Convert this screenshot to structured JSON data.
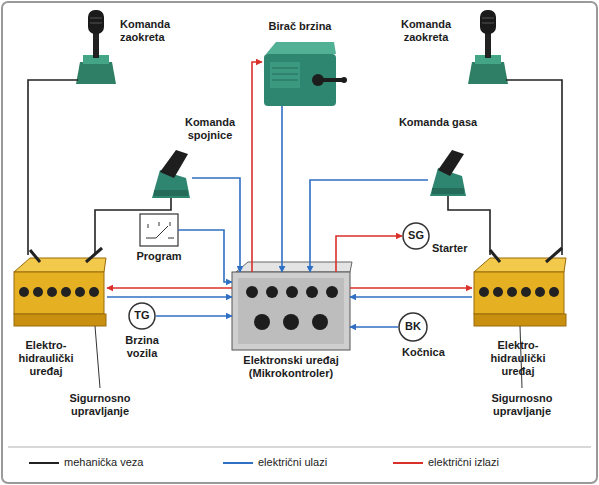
{
  "diagram": {
    "nodes": [
      {
        "text": [
          "Komanda zaokreta"
        ]
      },
      {
        "text": [
          "Birač brzina"
        ]
      },
      {
        "text": [
          "Komanda zaokreta"
        ]
      },
      {
        "text": [
          "Komanda spojnice"
        ]
      },
      {
        "text": [
          "Komanda gasa"
        ]
      },
      {
        "text": [
          "Program"
        ]
      },
      {
        "text": [
          "SG",
          "Starter"
        ]
      },
      {
        "text": [
          "Elektro- hidraulički uređaj"
        ]
      },
      {
        "text": [
          "TG",
          "Brzina vozila"
        ]
      },
      {
        "text": [
          "Elektronski uređaj (Mikrokontroler)"
        ]
      },
      {
        "text": [
          "BK",
          "Kočnica"
        ]
      },
      {
        "text": [
          "Elektro- hidraulički uređaj"
        ]
      }
    ],
    "edges": [
      {
        "from": 0,
        "to": 7,
        "arrow": "none"
      },
      {
        "from": 2,
        "to": 11,
        "arrow": "none"
      },
      {
        "from": 3,
        "to": 7,
        "arrow": "none"
      },
      {
        "from": 4,
        "to": 11,
        "arrow": "none"
      },
      {
        "from": 3,
        "to": 9,
        "arrow": "to"
      },
      {
        "from": 4,
        "to": 9,
        "arrow": "to"
      },
      {
        "from": 9,
        "to": 1,
        "arrow": "to"
      },
      {
        "from": 1,
        "to": 9,
        "arrow": "to"
      },
      {
        "from": 5,
        "to": 9,
        "arrow": "to"
      },
      {
        "from": 9,
        "to": 6,
        "arrow": "to"
      },
      {
        "from": 9,
        "to": 7,
        "arrow": "to"
      },
      {
        "from": 7,
        "to": 9,
        "arrow": "to"
      },
      {
        "from": 8,
        "to": 9,
        "arrow": "to"
      },
      {
        "from": 10,
        "to": 9,
        "arrow": "to"
      },
      {
        "from": 9,
        "to": 11,
        "arrow": "to"
      },
      {
        "from": 11,
        "to": 9,
        "arrow": "to"
      }
    ],
    "labels": [
      "Sigurnosno upravljanje",
      "Sigurnosno upravljanje"
    ],
    "legend": [
      {
        "text": "mehanička veza"
      },
      {
        "text": "električni ulazi"
      },
      {
        "text": "električni izlazi"
      }
    ]
  }
}
